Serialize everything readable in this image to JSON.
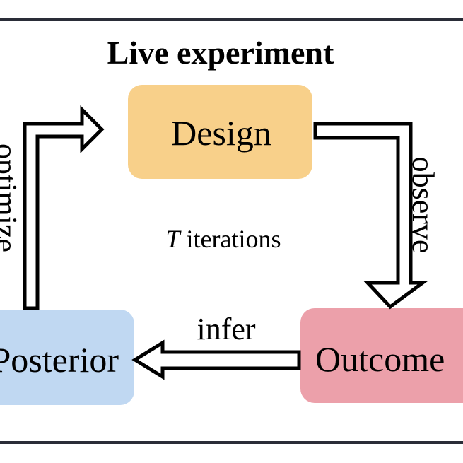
{
  "title": "Live experiment",
  "nodes": {
    "design": {
      "label": "Design",
      "color": "#F8D08A"
    },
    "outcome": {
      "label": "Outcome",
      "color": "#ECA0AA"
    },
    "posterior": {
      "label": "Posterior",
      "color": "#C0D8F2"
    }
  },
  "edges": {
    "observe": "observe",
    "infer": "infer",
    "optimize": "optimize"
  },
  "center_label": {
    "variable": "T",
    "text": " iterations"
  }
}
